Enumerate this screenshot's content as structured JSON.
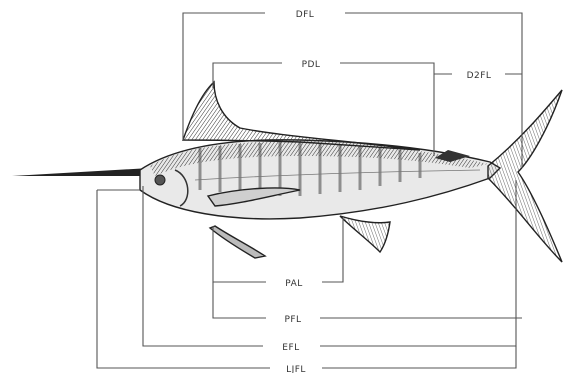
{
  "labels": {
    "dfl": "DFL",
    "pdl": "PDL",
    "d2fl": "D2FL",
    "pal": "PAL",
    "pfl": "PFL",
    "efl": "EFL",
    "ljfl": "LJFL"
  },
  "colors": {
    "line": "#555555",
    "body": "#e9e9e9",
    "dark": "#2a2a2a"
  }
}
